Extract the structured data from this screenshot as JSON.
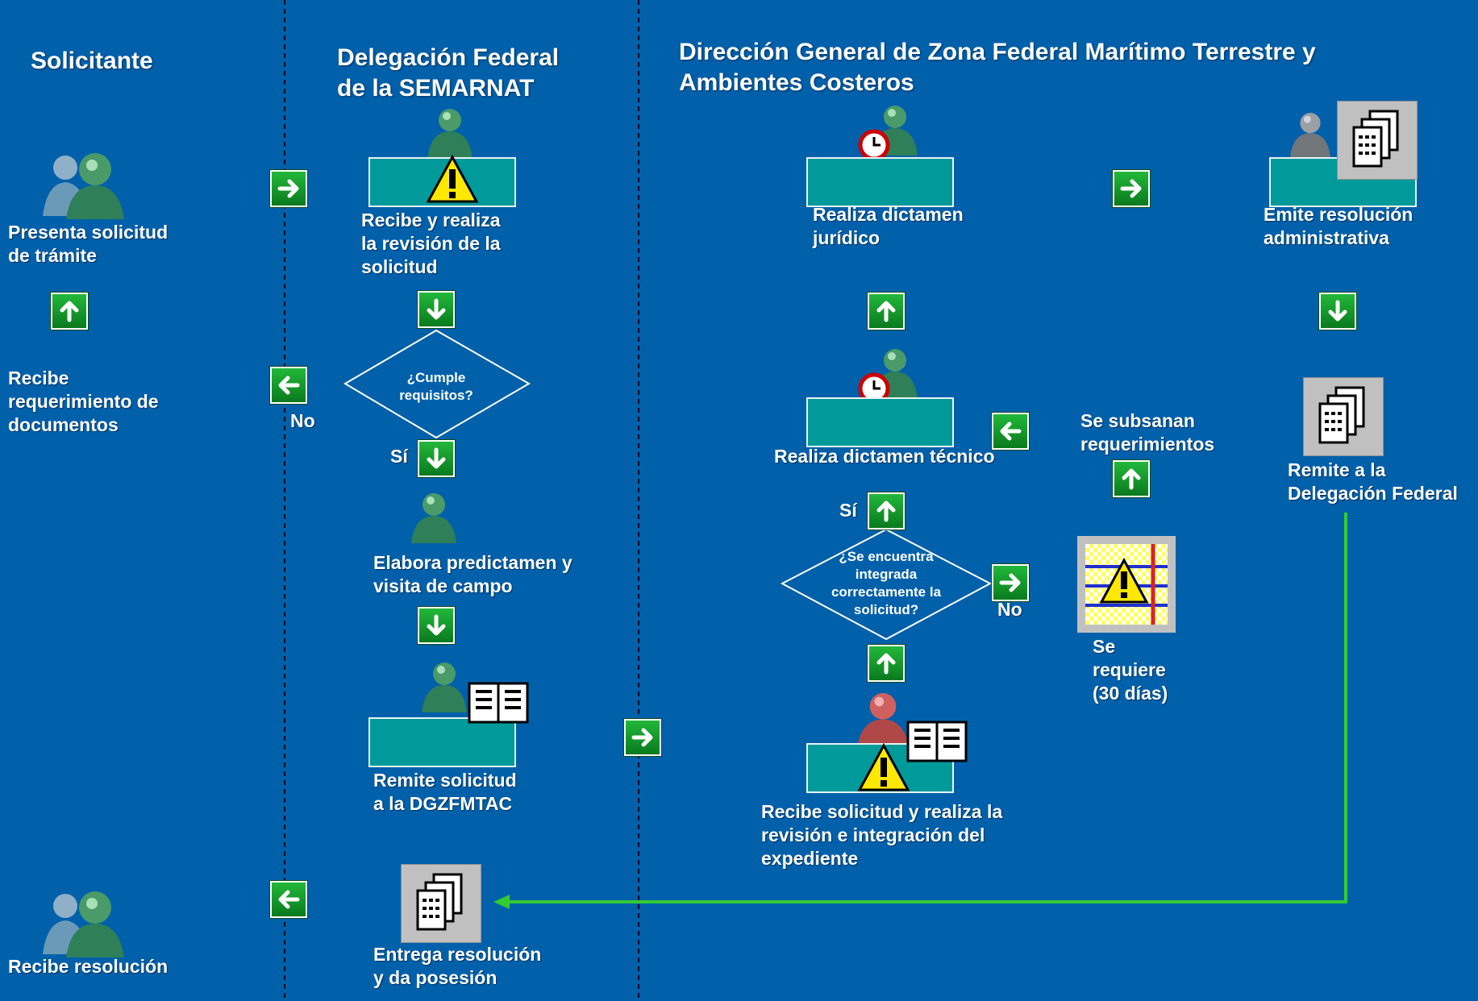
{
  "lanes": {
    "solicitante": "Solicitante",
    "delegacion": "Delegación Federal\nde la SEMARNAT",
    "direccion": "Dirección General de Zona Federal Marítimo Terrestre y\nAmbientes Costeros"
  },
  "steps": {
    "presenta": "Presenta solicitud\nde trámite",
    "recibe_req": "Recibe\nrequerimiento de\ndocumentos",
    "recibe_res": "Recibe resolución",
    "recibe_revision": "Recibe y realiza\nla revisión de la\nsolicitud",
    "elabora": "Elabora predictamen y\nvisita de campo",
    "remite_dgz": "Remite solicitud\na la DGZFMTAC",
    "entrega": "Entrega resolución\ny da posesión",
    "dictamen_juridico": "Realiza dictamen\njurídico",
    "emite": "Emite resolución\nadministrativa",
    "dictamen_tecnico": "Realiza dictamen técnico",
    "subsanan": "Se subsanan\nrequerimientos",
    "remite_del": "Remite a la\nDelegación Federal",
    "recibe_integracion": "Recibe solicitud y realiza la\nrevisión e integración del\nexpediente",
    "se_requiere": "Se\nrequiere\n(30 días)"
  },
  "decisions": {
    "cumple": "¿Cumple\nrequisitos?",
    "integrada": "¿Se encuentra\nintegrada\ncorrectamente la\nsolicitud?"
  },
  "branch_labels": {
    "no_1": "No",
    "si_1": "Sí",
    "si_2": "Sí",
    "no_2": "No"
  },
  "colors": {
    "background": "#0060aa",
    "task_box": "#009a9a",
    "arrow_button": "#1a9a30",
    "return_line": "#33cc33"
  },
  "icons": {
    "user": "users-icon",
    "warning": "warning-icon",
    "document": "document-icon",
    "clock": "clock-icon",
    "book": "book-icon",
    "arrow": "arrow-icon"
  }
}
